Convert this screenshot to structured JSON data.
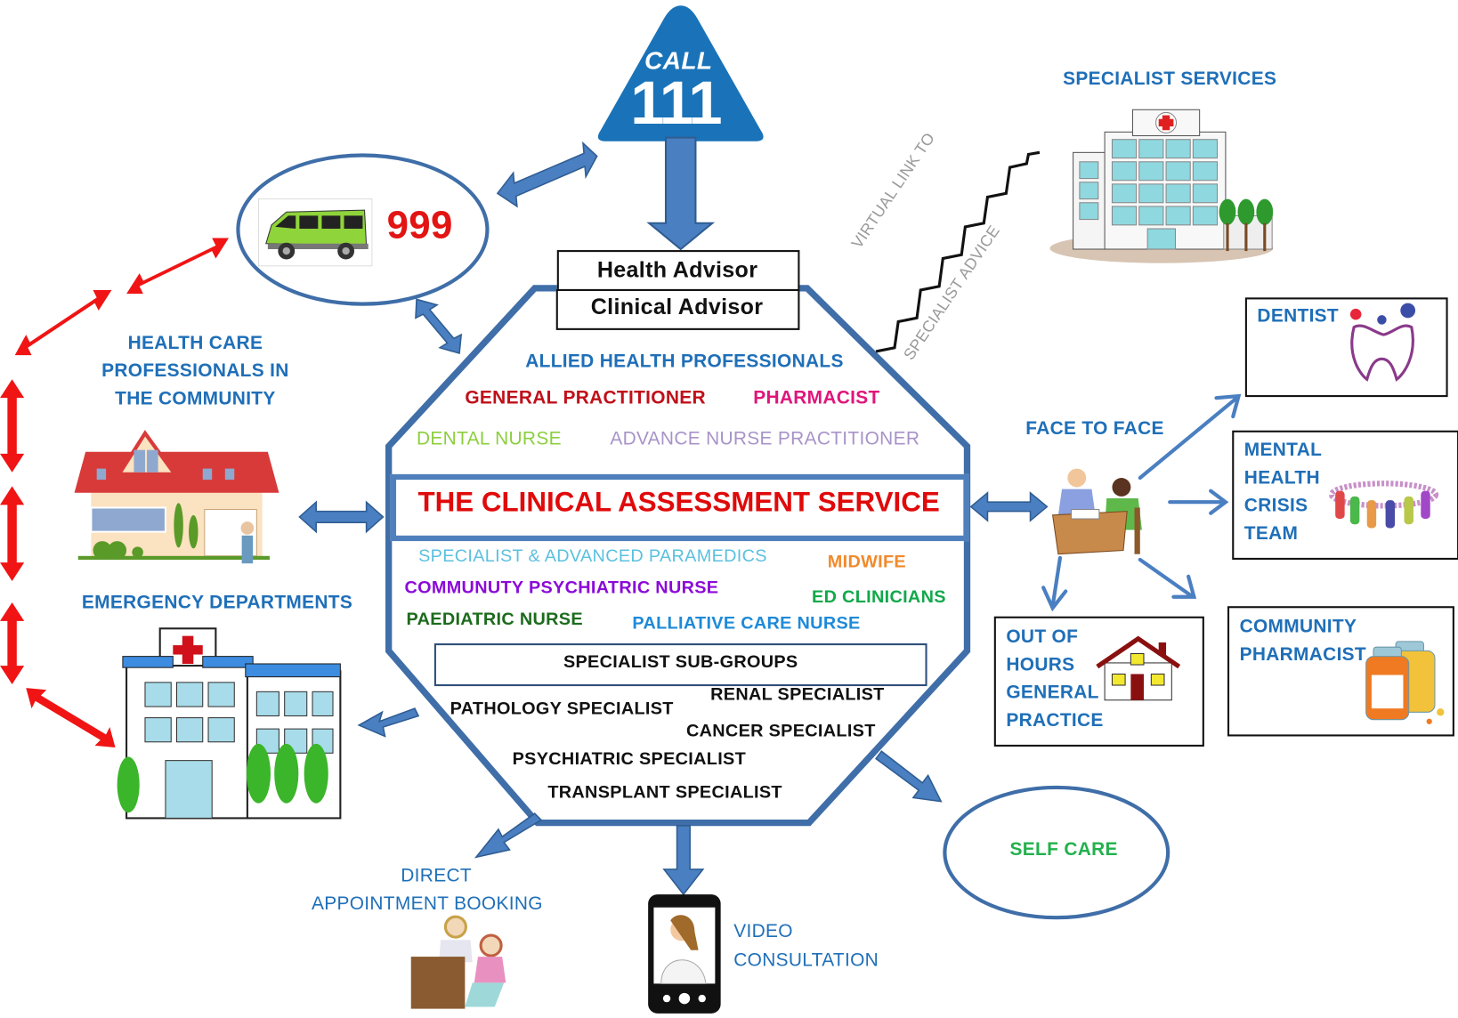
{
  "title": "The Clinical Assessment Service",
  "call111": {
    "top": "CALL",
    "number": "111"
  },
  "advisors": {
    "health": "Health Advisor",
    "clinical": "Clinical Advisor"
  },
  "ambulance": {
    "number": "999"
  },
  "specialist_services": {
    "label": "SPECIALIST  SERVICES",
    "virtual_link": [
      "VIRTUAL LINK TO",
      "SPECIALIST  ADVICE"
    ]
  },
  "community": {
    "lines": [
      "HEALTH CARE",
      "PROFESSIONALS  IN",
      "THE COMMUNITY"
    ]
  },
  "emergency": {
    "label": "EMERGENCY  DEPARTMENTS"
  },
  "cas": {
    "heading": "THE CLINICAL ASSESSMENT SERVICE",
    "upper_roles": [
      {
        "label": "ALLIED HEALTH PROFESSIONALS",
        "color": "#1f6fb8"
      },
      {
        "label": "GENERAL PRACTITIONER",
        "color": "#c0101a"
      },
      {
        "label": "PHARMACIST",
        "color": "#e0157a"
      },
      {
        "label": "DENTAL NURSE",
        "color": "#8ccf3e"
      },
      {
        "label": "ADVANCE NURSE PRACTITIONER",
        "color": "#a893c8"
      }
    ],
    "lower_roles": [
      {
        "label": "SPECIALIST  & ADVANCED PARAMEDICS",
        "color": "#5bc0e0"
      },
      {
        "label": "MIDWIFE",
        "color": "#f08a2c"
      },
      {
        "label": "COMMUNUTY  PSYCHIATRIC  NURSE",
        "color": "#8b0ad8"
      },
      {
        "label": "ED CLINICIANS",
        "color": "#12a84a"
      },
      {
        "label": "PAEDIATRIC  NURSE",
        "color": "#1c6b1c"
      },
      {
        "label": "PALLIATIVE CARE NURSE",
        "color": "#1e8ad8"
      }
    ],
    "subgroups_heading": "SPECIALIST  SUB-GROUPS",
    "specialists": [
      "RENAL SPECIALIST",
      "PATHOLOGY SPECIALIST",
      "CANCER SPECIALIST",
      "PSYCHIATRIC  SPECIALIST",
      "TRANSPLANT  SPECIALIST"
    ]
  },
  "face_to_face": {
    "label": "FACE TO FACE"
  },
  "dentist": {
    "label": "DENTIST"
  },
  "mental_health": {
    "lines": [
      "MENTAL",
      "HEALTH",
      "CRISIS",
      "TEAM"
    ]
  },
  "out_of_hours": {
    "lines": [
      "OUT OF",
      "HOURS",
      "GENERAL",
      "PRACTICE"
    ]
  },
  "community_pharmacist": {
    "lines": [
      "COMMUNITY",
      "PHARMACIST"
    ]
  },
  "self_care": {
    "label": "SELF CARE"
  },
  "direct_booking": {
    "lines": [
      "DIRECT",
      "APPOINTMENT  BOOKING"
    ]
  },
  "video": {
    "lines": [
      "VIDEO",
      "CONSULTATION"
    ]
  },
  "colors": {
    "primary_blue": "#3f6ea8",
    "accent_red": "#e21414",
    "text_blue": "#1f6fb8",
    "self_care_green": "#22b14c"
  }
}
